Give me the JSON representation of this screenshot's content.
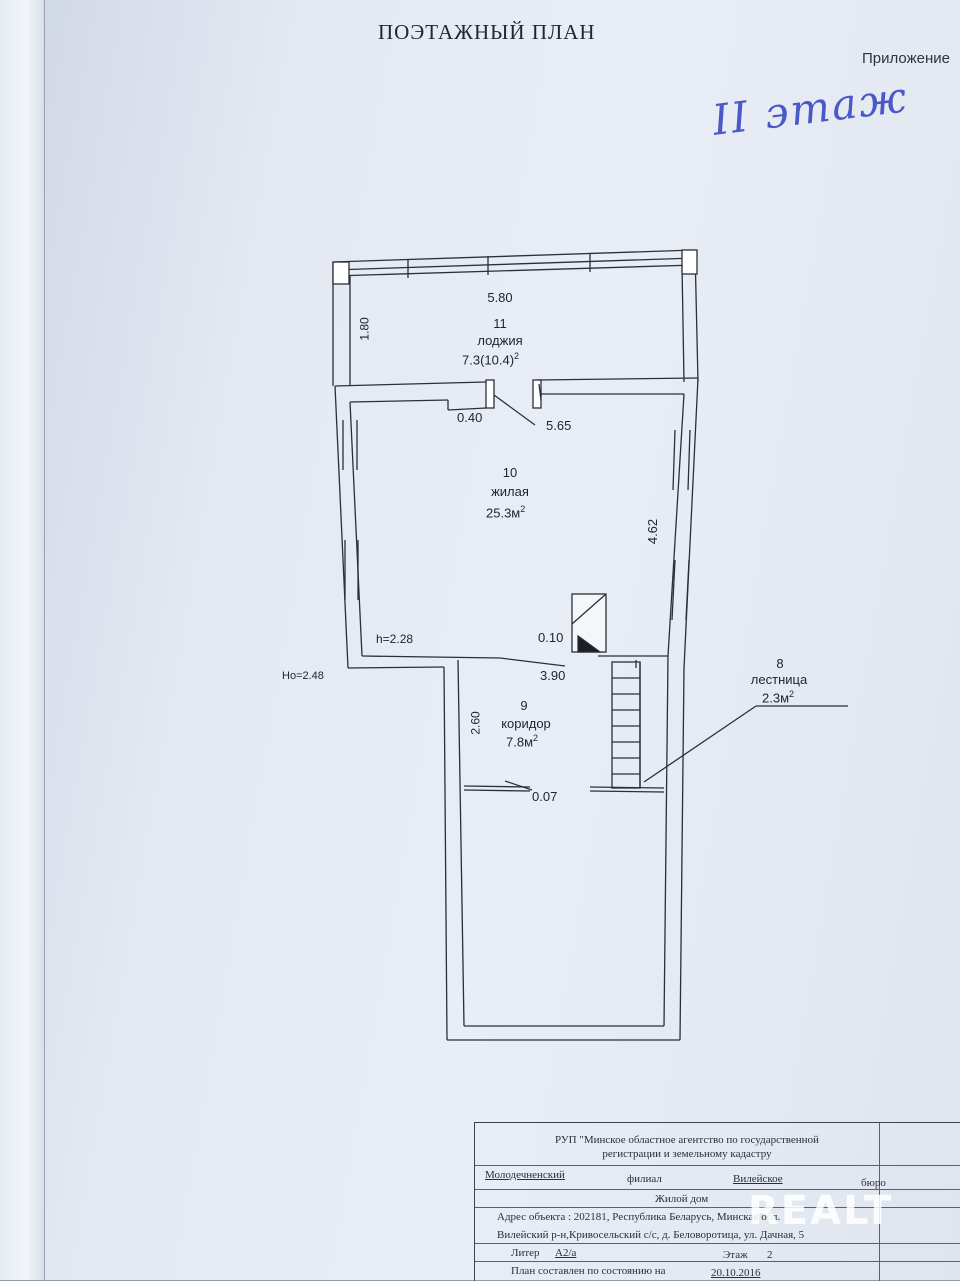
{
  "title": "ПОЭТАЖНЫЙ ПЛАН",
  "appendix": "Приложение",
  "floor_note": "II этаж",
  "rooms": [
    {
      "number": "11",
      "name": "лоджия",
      "area": "7.3(10.4)",
      "sup": "2"
    },
    {
      "number": "10",
      "name": "жилая",
      "area": "25.3м",
      "sup": "2"
    },
    {
      "number": "9",
      "name": "коридор",
      "area": "7.8м",
      "sup": "2"
    },
    {
      "number": "8",
      "name": "лестница",
      "area": "2.3м",
      "sup": "2"
    }
  ],
  "dimensions": {
    "loggia_width": "5.80",
    "loggia_depth": "1.80",
    "door_offset": "0.40",
    "room_width": "5.65",
    "room_depth": "4.62",
    "ceiling_height": "h=2.28",
    "stove_offset": "0.10",
    "corridor_width": "3.90",
    "corridor_depth": "2.60",
    "bottom_offset": "0.07",
    "total_height": "Hо=2.48"
  },
  "stamp": {
    "org_line1": "РУП \"Минское областное агентство по государственной",
    "org_line2": "регистрации и земельному кадастру",
    "branch_value": "Молодечненский",
    "branch_label": "филиал",
    "bureau_value": "Вилейское",
    "bureau_label": "бюро",
    "object": "Жилой дом",
    "address_line1": "Адрес объекта : 202181, Республика Беларусь, Минская обл.",
    "address_line2": "Вилейский р-н,Кривосельский с/с, д. Беловоротица, ул. Дачная, 5",
    "liter_label": "Литер",
    "liter_value": "А2/а",
    "floor_label": "Этаж",
    "floor_value": "2",
    "date_label": "План составлен по состоянию на",
    "date_value": "20.10.2016"
  },
  "watermark": "REALT"
}
